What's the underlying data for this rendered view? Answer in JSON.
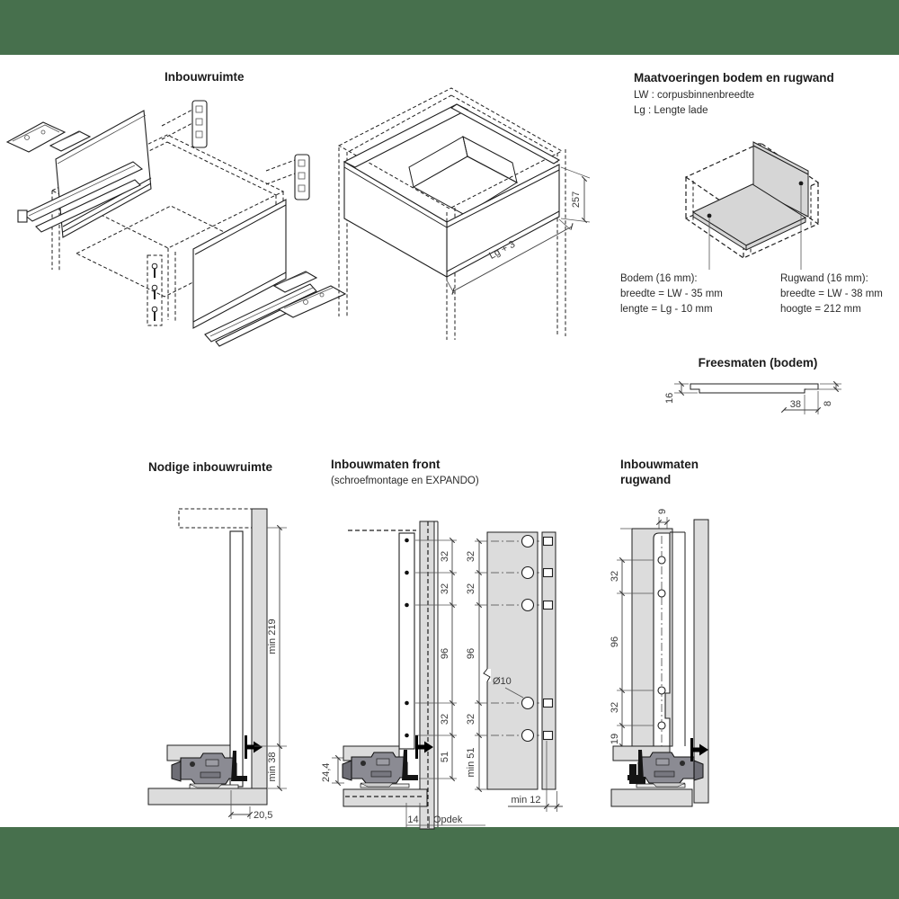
{
  "page": {
    "band_color": "#47704d",
    "background": "#ffffff"
  },
  "inbouwruimte": {
    "title": "Inbouwruimte"
  },
  "drawer_iso": {
    "dim_height": "257",
    "dim_length": "Lg + 3"
  },
  "maatvoeringen": {
    "title": "Maatvoeringen bodem en rugwand",
    "legend": [
      "LW : corpusbinnenbreedte",
      "Lg : Lengte lade"
    ],
    "bodem_heading": "Bodem (16 mm):",
    "bodem_breedte": "breedte = LW - 35 mm",
    "bodem_lengte": "lengte = Lg - 10 mm",
    "rugwand_heading": "Rugwand (16 mm):",
    "rugwand_breedte": "breedte = LW - 38 mm",
    "rugwand_hoogte": "hoogte = 212 mm"
  },
  "freesmaten": {
    "title": "Freesmaten (bodem)",
    "dim_thickness": "16",
    "dim_width": "38",
    "dim_edge": "8"
  },
  "nodige": {
    "title": "Nodige inbouwruimte",
    "dim_min219": "min 219",
    "dim_min38": "min 38",
    "dim_205": "20,5"
  },
  "front": {
    "title": "Inbouwmaten front",
    "subtitle": "(schroefmontage en EXPANDO)",
    "cross_dims": [
      "32",
      "32",
      "96",
      "32",
      "51"
    ],
    "dim_244": "24,4",
    "dim_14": "14",
    "label_opdek": "Opdek",
    "elev_dims": [
      "32",
      "32",
      "96",
      "32",
      "min 51"
    ],
    "label_dia": "Ø10",
    "dim_min12": "min 12"
  },
  "rugwand": {
    "title": [
      "Inbouwmaten",
      "rugwand"
    ],
    "dim_9": "9",
    "dims": [
      "32",
      "96",
      "32",
      "19"
    ]
  }
}
